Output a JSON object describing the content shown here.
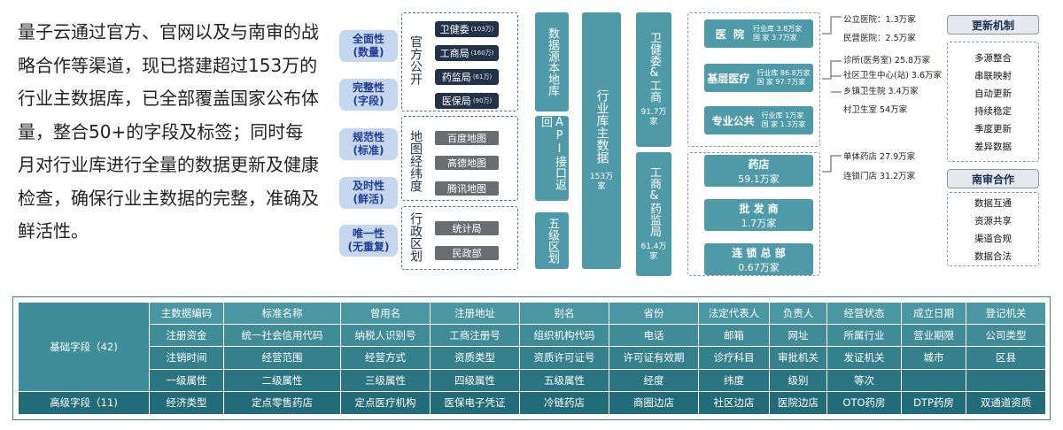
{
  "intro_text": "量子云通过官方、官网以及与南审的战略合作等渠道，现已搭建超过153万的行业主数据库，已全部覆盖国家公布体量，整合50+的字段及标签；同时每月对行业库进行全量的数据更新及健康检查，确保行业主数据的完整，准确及鲜活性。",
  "properties": [
    {
      "line1": "全面性",
      "line2": "(数量)"
    },
    {
      "line1": "完整性",
      "line2": "(字段)"
    },
    {
      "line1": "规范性",
      "line2": "(标准)"
    },
    {
      "line1": "及时性",
      "line2": "(鲜活)"
    },
    {
      "line1": "唯一性",
      "line2": "(无重复)"
    }
  ],
  "sources": {
    "official": {
      "label": "官方公开",
      "items": [
        {
          "name": "卫健委",
          "count": "(103万)"
        },
        {
          "name": "工商局",
          "count": "(160万)"
        },
        {
          "name": "药监局",
          "count": "(61万)"
        },
        {
          "name": "医保局",
          "count": "(90万)"
        }
      ]
    },
    "maps": {
      "label": "地图经纬度",
      "items": [
        "百度地图",
        "高德地图",
        "腾讯地图"
      ]
    },
    "admin": {
      "label": "行政区划",
      "items": [
        "统计局",
        "民政部"
      ]
    }
  },
  "stages": {
    "local_db": "数据源本地库",
    "api": "API接口返回",
    "division": "五级区划",
    "master": "行业库主数据",
    "master_count": "153万家"
  },
  "branches": [
    {
      "title": "卫健委&工商",
      "count": "91.7万家"
    },
    {
      "title": "工商&药监局",
      "count": "61.4万家"
    }
  ],
  "categories": {
    "hospital": {
      "name": "医 院",
      "line1": "行业库  3.8万家",
      "line2": "国  家  3.7万家"
    },
    "primary": {
      "name": "基层医疗",
      "line1": "行业库  86.8万家",
      "line2": "国  家  97.7万家"
    },
    "public": {
      "name": "专业公共",
      "line1": "行业库       1万家",
      "line2": "国  家   1.3万家"
    },
    "pharmacy": {
      "name": "药店",
      "value": "59.1万家"
    },
    "wholesale": {
      "name": "批 发 商",
      "value": "1.7万家"
    },
    "chain": {
      "name": "连 锁 总 部",
      "value": "0.67万家"
    }
  },
  "details": {
    "hospital": [
      "公立医院：1.3万家",
      "民营医院：2.5万家"
    ],
    "primary": [
      "诊所(医务室) 25.8万家",
      "社区卫生中心(站) 3.6万家",
      "乡镇卫生院  3.4万家",
      "村卫生室    54万家"
    ],
    "pharmacy": [
      "单体药店 27.9万家",
      "连锁门店 31.2万家"
    ]
  },
  "update_mechanism": {
    "title": "更新机制",
    "items": [
      "多源整合",
      "串联映射",
      "自动更新",
      "持续稳定",
      "季度更新",
      "差异数据"
    ]
  },
  "nanshen": {
    "title": "南审合作",
    "items": [
      "数据互通",
      "资源共享",
      "渠道合规",
      "数据合法"
    ]
  },
  "fields_table": {
    "basic_label": "基础字段（42)",
    "advanced_label": "高级字段（11)",
    "basic_rows": [
      [
        "主数据编码",
        "标准名称",
        "曾用名",
        "注册地址",
        "别名",
        "省份",
        "法定代表人",
        "负责人",
        "经营状态",
        "成立日期",
        "登记机关"
      ],
      [
        "注册资金",
        "统一社会信用代码",
        "纳税人识别号",
        "工商注册号",
        "组织机构代码",
        "电话",
        "邮箱",
        "网址",
        "所属行业",
        "营业期限",
        "公司类型"
      ],
      [
        "注销时间",
        "经营范围",
        "经营方式",
        "资质类型",
        "资质许可证号",
        "许可证有效期",
        "诊疗科目",
        "审批机关",
        "发证机关",
        "城市",
        "区县"
      ],
      [
        "一级属性",
        "二级属性",
        "三级属性",
        "四级属性",
        "五级属性",
        "经度",
        "纬度",
        "级别",
        "等次",
        "",
        ""
      ]
    ],
    "advanced_row": [
      "经济类型",
      "定点零售药店",
      "定点医疗机构",
      "医保电子凭证",
      "冷链药店",
      "商圈边店",
      "社区边店",
      "医院边店",
      "OTO药房",
      "DTP药房",
      "双通道资质"
    ]
  },
  "colors": {
    "teal": "#4f9aa8",
    "navy": "#233149",
    "property_bg": "#c7d6ef",
    "property_text": "#1f3d93",
    "table_bg": "#3d8d9b"
  }
}
